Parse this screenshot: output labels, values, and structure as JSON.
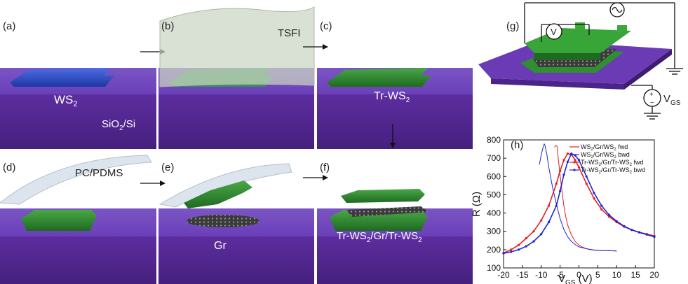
{
  "panels": {
    "a": {
      "label": "(a)",
      "material": "WS",
      "material_sub": "2",
      "substrate": "SiO",
      "substrate_sub": "2",
      "substrate_rest": "/Si"
    },
    "b": {
      "label": "(b)",
      "reagent": "TSFI"
    },
    "c": {
      "label": "(c)",
      "material": "Tr-WS",
      "material_sub": "2"
    },
    "d": {
      "label": "(d)",
      "stamp": "PC/PDMS"
    },
    "e": {
      "label": "(e)",
      "material": "Gr"
    },
    "f": {
      "label": "(f)",
      "p1": "Tr-WS",
      "s1": "2",
      "p2": "/Gr/Tr-WS",
      "s2": "2"
    },
    "g": {
      "label": "(g)",
      "voltmeter": "V",
      "gate_main": "V",
      "gate_sub": "GS"
    },
    "h": {
      "label": "(h)"
    }
  },
  "colors": {
    "substrate": "#5a2a9e",
    "ws2_blue": "#2e4fc9",
    "tr_green": "#2f8a2f",
    "series_red": "#e0201c",
    "series_blue": "#1c24d8"
  },
  "chart_data": {
    "type": "line",
    "xlabel_main": "V",
    "xlabel_sub": "GS",
    "xlabel_unit": " (V)",
    "ylabel": "R (Ω)",
    "xlim": [
      -20,
      20
    ],
    "ylim": [
      100,
      800
    ],
    "xticks": [
      -20,
      -15,
      -10,
      -5,
      0,
      5,
      10,
      15,
      20
    ],
    "yticks": [
      100,
      200,
      300,
      400,
      500,
      600,
      700,
      800
    ],
    "legend_position": "top-right",
    "series": [
      {
        "name": "WS2/Gr/WS2 fwd",
        "name_parts": [
          "WS",
          "2",
          "/Gr/WS",
          "2",
          " fwd"
        ],
        "color": "#e0201c",
        "marker": false,
        "x": [
          -6.5,
          -6.2,
          -5.8,
          -5.5,
          -5,
          -4.5,
          -4,
          -3.5,
          -3,
          -2,
          -1,
          0,
          1,
          2,
          3,
          4,
          6,
          8,
          10
        ],
        "y": [
          760,
          770,
          765,
          700,
          610,
          520,
          440,
          380,
          335,
          280,
          245,
          225,
          213,
          205,
          200,
          197,
          195,
          194,
          193
        ]
      },
      {
        "name": "WS2/Gr/WS2 bwd",
        "name_parts": [
          "WS",
          "2",
          "/Gr/WS",
          "2",
          " bwd"
        ],
        "color": "#1c24d8",
        "marker": false,
        "x": [
          -10.5,
          -10,
          -9.5,
          -9.2,
          -9,
          -8.5,
          -8,
          -7,
          -6,
          -5,
          -4,
          -3,
          -2,
          -1,
          0,
          2,
          4,
          6,
          8,
          10
        ],
        "y": [
          665,
          720,
          760,
          778,
          770,
          720,
          650,
          540,
          450,
          370,
          310,
          270,
          245,
          228,
          215,
          205,
          198,
          195,
          194,
          193
        ]
      },
      {
        "name": "Tr-WS2/Gr/Tr-WS2 fwd",
        "name_parts": [
          "Tr-WS",
          "2",
          "/Gr/Tr-WS",
          "2",
          " fwd"
        ],
        "color": "#e0201c",
        "marker": true,
        "x": [
          -20,
          -18,
          -16,
          -14,
          -12,
          -10,
          -8,
          -6,
          -5,
          -4,
          -3,
          -2,
          -1,
          0,
          2,
          4,
          6,
          8,
          10,
          12,
          14,
          16,
          18,
          20
        ],
        "y": [
          182,
          200,
          225,
          262,
          300,
          360,
          440,
          560,
          630,
          690,
          725,
          720,
          690,
          650,
          560,
          480,
          420,
          380,
          350,
          325,
          308,
          295,
          285,
          275
        ]
      },
      {
        "name": "Tr-WS2/Gr/Tr-WS2 bwd",
        "name_parts": [
          "Tr-WS",
          "2",
          "/Gr/Tr-WS",
          "2",
          " bwd"
        ],
        "color": "#1c24d8",
        "marker": true,
        "x": [
          -20,
          -18,
          -16,
          -14,
          -12,
          -10,
          -8,
          -6,
          -5,
          -4,
          -3,
          -2,
          -1,
          0,
          2,
          4,
          6,
          8,
          10,
          12,
          14,
          16,
          18,
          20
        ],
        "y": [
          180,
          188,
          200,
          218,
          245,
          285,
          350,
          440,
          520,
          610,
          680,
          725,
          715,
          690,
          600,
          510,
          440,
          390,
          355,
          328,
          308,
          294,
          282,
          270
        ]
      }
    ]
  }
}
